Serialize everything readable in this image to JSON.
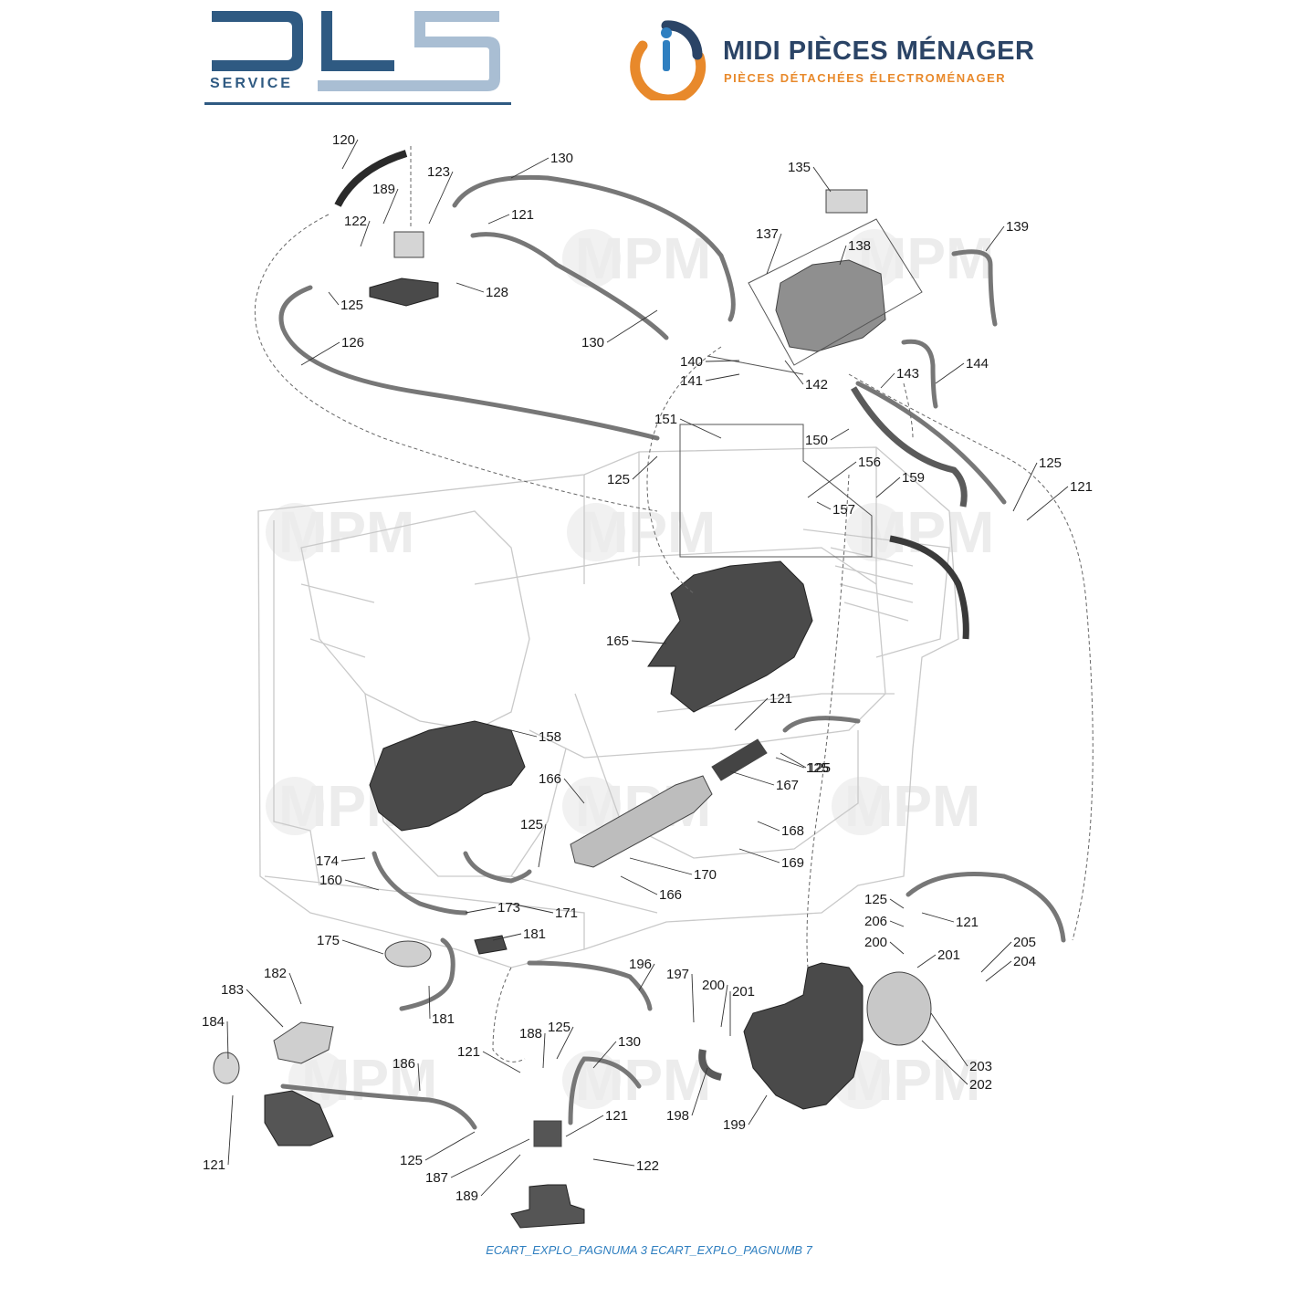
{
  "logos": {
    "dls": {
      "wordmark": "DLS",
      "subtitle": "SERVICE"
    },
    "midi": {
      "title": "MIDI PIÈCES MÉNAGER",
      "subtitle": "PIÈCES DÉTACHÉES ÉLECTROMÉNAGER"
    },
    "watermark": "MPM"
  },
  "colors": {
    "dls_blue": "#2f5a82",
    "dls_light": "#a9bed3",
    "midi_navy": "#2b4466",
    "midi_orange": "#e8892b",
    "midi_blue": "#2f7fc0",
    "part_dark": "#4a4a4a",
    "chassis_line": "#c9c9c9"
  },
  "part_labels": [
    "120",
    "189",
    "123",
    "130",
    "122",
    "121",
    "125",
    "128",
    "135",
    "137",
    "138",
    "139",
    "130",
    "126",
    "140",
    "141",
    "142",
    "143",
    "144",
    "151",
    "150",
    "156",
    "125",
    "157",
    "159",
    "125",
    "121",
    "165",
    "121",
    "158",
    "125",
    "166",
    "167",
    "168",
    "125",
    "169",
    "174",
    "170",
    "160",
    "166",
    "173",
    "171",
    "181",
    "175",
    "125",
    "121",
    "206",
    "200",
    "201",
    "205",
    "204",
    "182",
    "196",
    "183",
    "197",
    "200",
    "201",
    "184",
    "188",
    "125",
    "130",
    "186",
    "121",
    "199",
    "198",
    "203",
    "202",
    "121",
    "125",
    "121",
    "122",
    "187",
    "189",
    "181",
    "125"
  ],
  "footer": "ECART_EXPLO_PAGNUMA 3 ECART_EXPLO_PAGNUMB 7"
}
